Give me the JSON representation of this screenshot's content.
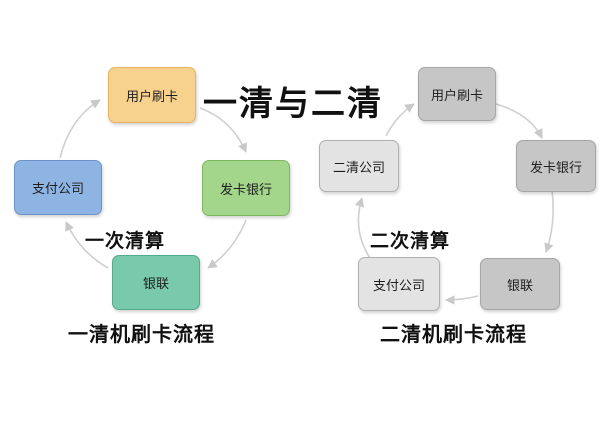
{
  "title": "一清与二清",
  "first_clearing": {
    "subtitle": "一次清算",
    "flow_title": "一清机刷卡流程",
    "nodes": {
      "card_swipe": "用户刷卡",
      "issuing_bank": "发卡银行",
      "unionpay": "银联",
      "payment_company": "支付公司"
    },
    "colors": {
      "card_swipe": "#f7d28e",
      "issuing_bank": "#a3d68b",
      "unionpay": "#79c9ac",
      "payment_company": "#8eb4e3"
    }
  },
  "second_clearing": {
    "subtitle": "二次清算",
    "flow_title": "二清机刷卡流程",
    "nodes": {
      "card_swipe": "用户刷卡",
      "issuing_bank": "发卡银行",
      "unionpay": "银联",
      "payment_company": "支付公司",
      "secondary_company": "二清公司"
    },
    "colors": {
      "fill_dark": "#c6c6c6",
      "fill_light": "#e3e3e3"
    }
  }
}
